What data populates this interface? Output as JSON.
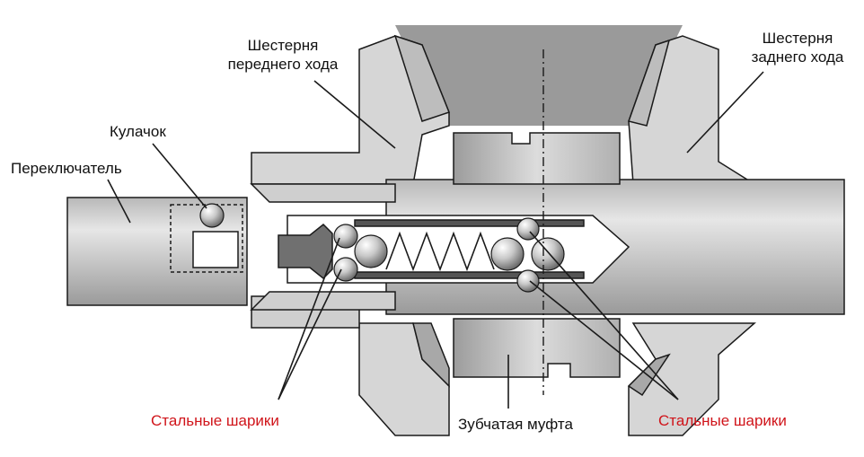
{
  "labels": {
    "forward_gear": [
      "Шестерня",
      "переднего хода"
    ],
    "reverse_gear": [
      "Шестерня",
      "заднего хода"
    ],
    "cam": "Кулачок",
    "switch": "Переключатель",
    "steel_balls_left": "Стальные шарики",
    "steel_balls_right": "Стальные шарики",
    "dog_clutch": "Зубчатая муфта"
  },
  "colors": {
    "metal_light": "#e4e4e4",
    "metal_mid": "#c4c4c4",
    "metal_dark": "#8a8a8a",
    "shaft_top": "#dadada",
    "outline": "#1a1a1a",
    "accent_red": "#d0141a",
    "background": "#ffffff"
  }
}
